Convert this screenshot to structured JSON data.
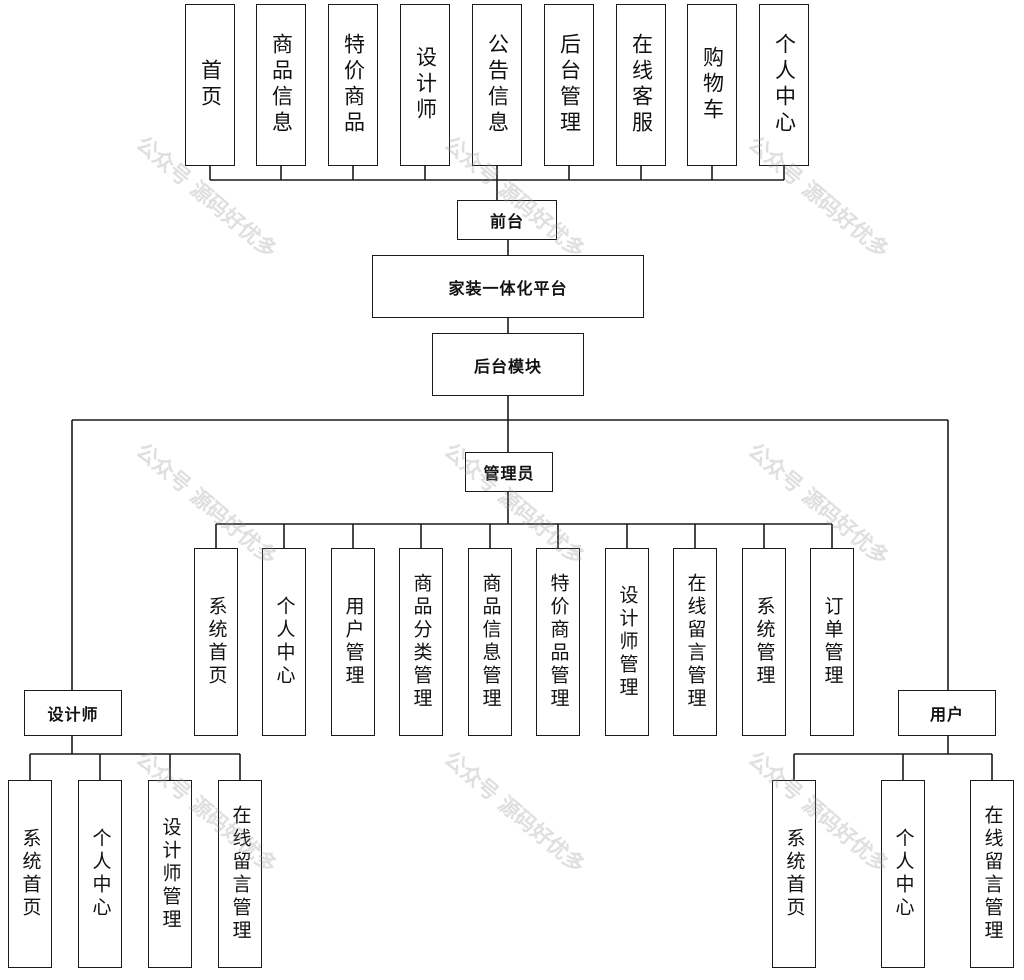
{
  "frontend": {
    "label": "前台",
    "modules": [
      "首页",
      "商品信息",
      "特价商品",
      "设计师",
      "公告信息",
      "后台管理",
      "在线客服",
      "购物车",
      "个人中心"
    ]
  },
  "platform": {
    "label": "家装一体化平台"
  },
  "backend": {
    "label": "后台模块"
  },
  "admin": {
    "label": "管理员",
    "modules": [
      "系统首页",
      "个人中心",
      "用户管理",
      "商品分类管理",
      "商品信息管理",
      "特价商品管理",
      "设计师管理",
      "在线留言管理",
      "系统管理",
      "订单管理"
    ]
  },
  "designer": {
    "label": "设计师",
    "modules": [
      "系统首页",
      "个人中心",
      "设计师管理",
      "在线留言管理"
    ]
  },
  "user": {
    "label": "用户",
    "modules": [
      "系统首页",
      "个人中心",
      "在线留言管理"
    ]
  },
  "watermark": "公众号 源码好优多",
  "colors": {
    "line": "#1a1a1a",
    "box_bg": "#ffffff",
    "watermark": "#969696"
  }
}
